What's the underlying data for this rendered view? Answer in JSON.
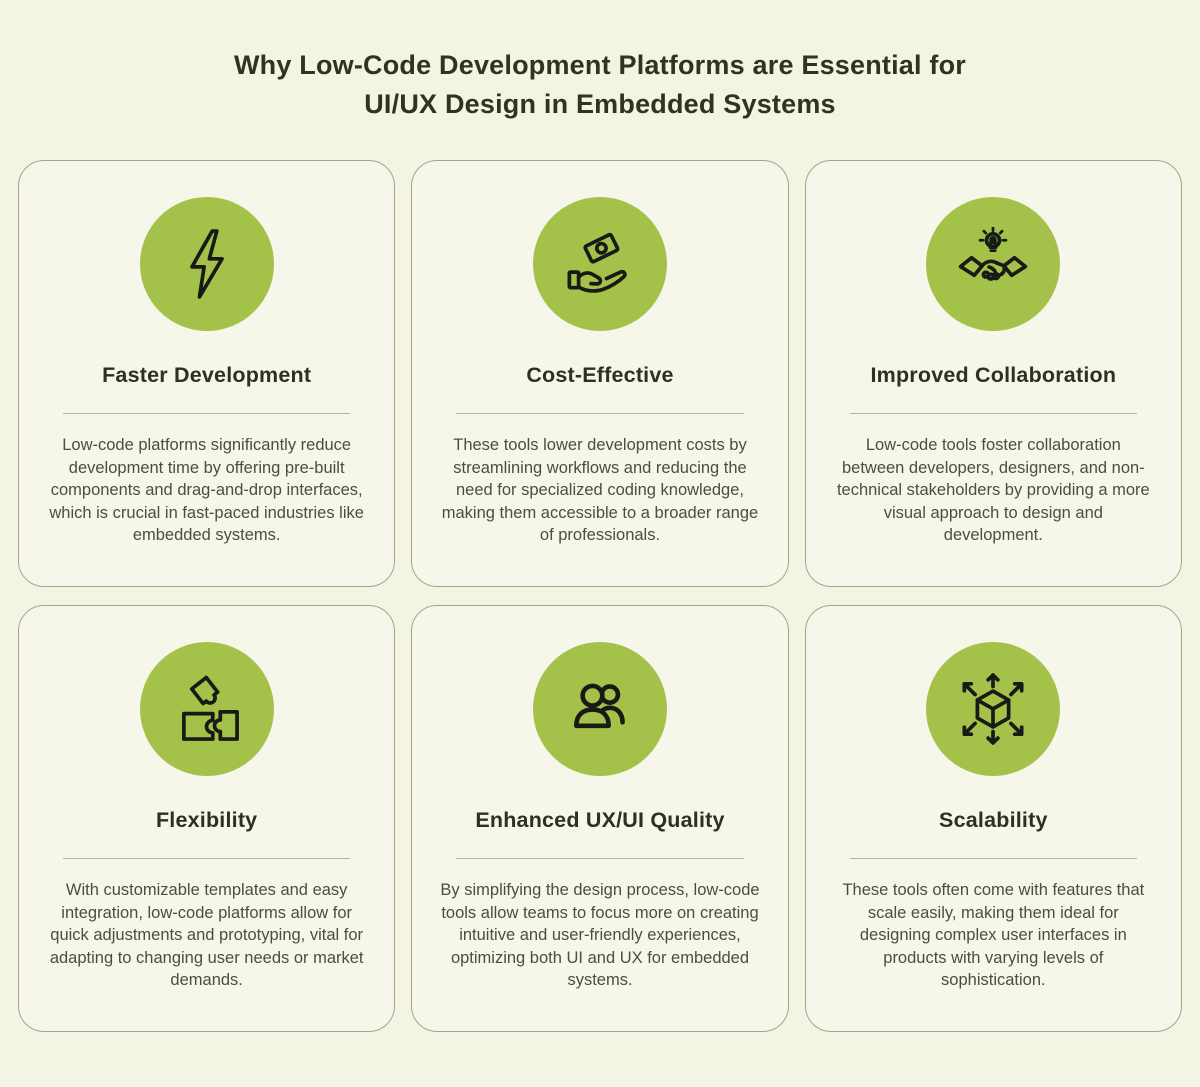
{
  "header": {
    "title_line1": "Why Low-Code Development Platforms are Essential for",
    "title_line2": "UI/UX Design in Embedded Systems"
  },
  "colors": {
    "page_background": "#f3f4e4",
    "card_background": "#f6f6ea",
    "card_border": "#a5a684",
    "accent_green": "#a4c24a",
    "title_text": "#32331e",
    "heading_text": "#2e3024",
    "body_text": "#4b4f3d",
    "icon_stroke": "#191a16"
  },
  "cards": [
    {
      "icon": "lightning-bolt-icon",
      "title": "Faster Development",
      "description": "Low-code platforms significantly reduce development time by offering pre-built components and drag-and-drop interfaces, which is crucial in fast-paced industries like embedded systems."
    },
    {
      "icon": "money-in-hand-icon",
      "title": "Cost-Effective",
      "description": "These tools lower development costs by streamlining workflows and reducing the need for specialized coding knowledge, making them accessible to a broader range of professionals."
    },
    {
      "icon": "handshake-lightbulb-icon",
      "title": "Improved Collaboration",
      "description": "Low-code tools foster collaboration between developers, designers, and non-technical stakeholders by providing a more visual approach to design and development."
    },
    {
      "icon": "puzzle-pieces-icon",
      "title": "Flexibility",
      "description": "With customizable templates and easy integration, low-code platforms allow for quick adjustments and prototyping, vital for adapting to changing user needs or market demands."
    },
    {
      "icon": "two-users-icon",
      "title": "Enhanced UX/UI Quality",
      "description": "By simplifying the design process, low-code tools allow teams to focus more on creating intuitive and user-friendly experiences, optimizing both UI and UX for embedded systems."
    },
    {
      "icon": "cube-expand-arrows-icon",
      "title": "Scalability",
      "description": "These tools often come with features that scale easily, making them ideal for designing complex user interfaces in products with varying levels of sophistication."
    }
  ]
}
